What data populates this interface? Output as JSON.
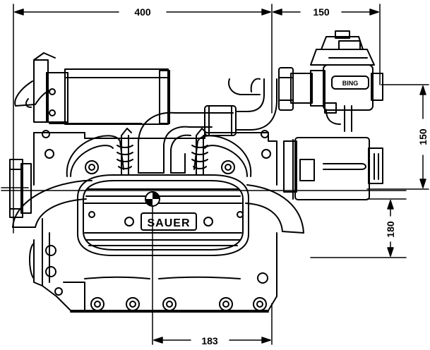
{
  "dimensions": {
    "overall_width": "400",
    "right_offset": "150",
    "right_height": "150",
    "mount_height": "180",
    "center_to_side": "183"
  },
  "labels": {
    "engine_brand": "SAUER",
    "carburetor_brand": "BING"
  },
  "colors": {
    "ink": "#000000",
    "paper": "#ffffff"
  }
}
